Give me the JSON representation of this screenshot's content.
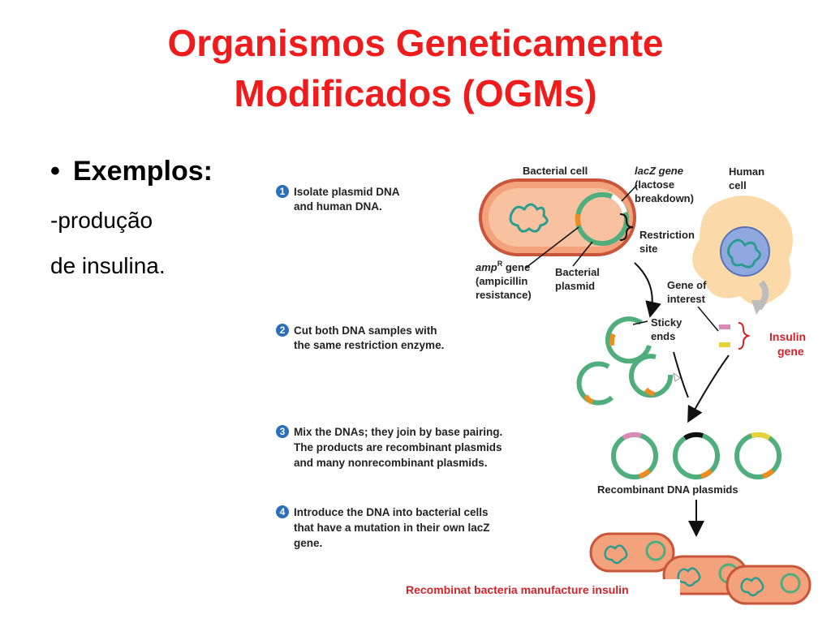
{
  "slide": {
    "title_line1": "Organismos Geneticamente",
    "title_line2": "Modificados (OGMs)",
    "bullet": "Exemplos:",
    "line1": "-produção",
    "line2": "de insulina."
  },
  "diagram": {
    "steps": [
      {
        "num": "1",
        "lines": [
          "Isolate plasmid DNA",
          "and human DNA."
        ]
      },
      {
        "num": "2",
        "lines": [
          "Cut both DNA samples with",
          "the same restriction enzyme."
        ]
      },
      {
        "num": "3",
        "lines": [
          "Mix the DNAs; they join by base pairing.",
          "The products are recombinant plasmids",
          "and many nonrecombinant plasmids."
        ]
      },
      {
        "num": "4",
        "lines": [
          "Introduce the DNA into bacterial cells",
          "that have a mutation in their own lacZ",
          "gene."
        ]
      }
    ],
    "labels": {
      "bacterial_cell": "Bacterial cell",
      "lacz_l1": "lacZ gene",
      "lacz_l2": "(lactose",
      "lacz_l3": "breakdown)",
      "human_l1": "Human",
      "human_l2": "cell",
      "restriction_l1": "Restriction",
      "restriction_l2": "site",
      "amp_l1": "amp",
      "amp_sup": "R",
      "amp_l1b": " gene",
      "amp_l2": "(ampicillin",
      "amp_l3": "resistance)",
      "plasmid_l1": "Bacterial",
      "plasmid_l2": "plasmid",
      "goi_l1": "Gene of",
      "goi_l2": "interest",
      "sticky_l1": "Sticky",
      "sticky_l2": "ends",
      "insulin_l1": "Insulin",
      "insulin_l2": "gene",
      "recomb_plasmids": "Recombinant DNA plasmids",
      "bottom_caption": "Recombinat bacteria manufacture insulin"
    },
    "colors": {
      "step_circle": "#2a6fb7",
      "plasmid_green": "#4fae7b",
      "amp_orange": "#f08c1e",
      "insulin_pink": "#d98bb7",
      "bacteria_fill": "#f4a27c",
      "human_fill": "#fbd9a8",
      "caption_red": "#d3232a"
    }
  }
}
